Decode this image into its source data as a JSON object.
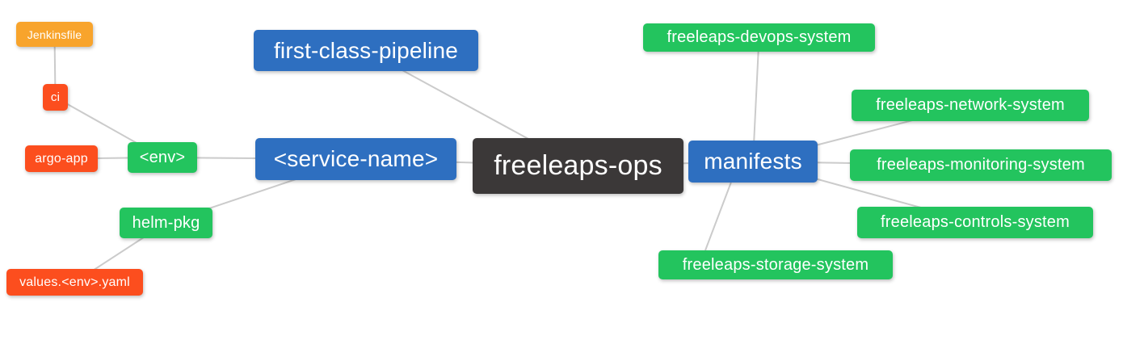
{
  "canvas": {
    "background": "#ffffff"
  },
  "palette": {
    "blue": "#2E6FC0",
    "green": "#23C45E",
    "red": "#FC4E1E",
    "orange": "#F8A42C",
    "dark": "#3B3838",
    "edge": "#CBCBCB",
    "text": "#FFFFFF"
  },
  "mindmap": {
    "nodes": {
      "freeleaps_ops": {
        "label": "freeleaps-ops",
        "role": "root",
        "color": "dark"
      },
      "first_class_pipeline": {
        "label": "first-class-pipeline",
        "color": "blue"
      },
      "service_name": {
        "label": "<service-name>",
        "color": "blue"
      },
      "manifests": {
        "label": "manifests",
        "color": "blue"
      },
      "env": {
        "label": "<env>",
        "color": "green"
      },
      "helm_pkg": {
        "label": "helm-pkg",
        "color": "green"
      },
      "ci": {
        "label": "ci",
        "color": "red"
      },
      "argo_app": {
        "label": "argo-app",
        "color": "red"
      },
      "jenkinsfile": {
        "label": "Jenkinsfile",
        "color": "orange"
      },
      "values_env_yaml": {
        "label": "values.<env>.yaml",
        "color": "red"
      },
      "devops_system": {
        "label": "freeleaps-devops-system",
        "color": "green"
      },
      "network_system": {
        "label": "freeleaps-network-system",
        "color": "green"
      },
      "monitoring_system": {
        "label": "freeleaps-monitoring-system",
        "color": "green"
      },
      "controls_system": {
        "label": "freeleaps-controls-system",
        "color": "green"
      },
      "storage_system": {
        "label": "freeleaps-storage-system",
        "color": "green"
      }
    },
    "edges": [
      {
        "from": "jenkinsfile",
        "to": "ci"
      },
      {
        "from": "ci",
        "to": "env"
      },
      {
        "from": "argo_app",
        "to": "env"
      },
      {
        "from": "env",
        "to": "service_name"
      },
      {
        "from": "service_name",
        "to": "helm_pkg"
      },
      {
        "from": "helm_pkg",
        "to": "values_env_yaml"
      },
      {
        "from": "service_name",
        "to": "freeleaps_ops"
      },
      {
        "from": "first_class_pipeline",
        "to": "freeleaps_ops"
      },
      {
        "from": "freeleaps_ops",
        "to": "manifests"
      },
      {
        "from": "manifests",
        "to": "devops_system"
      },
      {
        "from": "manifests",
        "to": "network_system"
      },
      {
        "from": "manifests",
        "to": "monitoring_system"
      },
      {
        "from": "manifests",
        "to": "controls_system"
      },
      {
        "from": "manifests",
        "to": "storage_system",
        "from_anchor": [
          0.33,
          1
        ],
        "to_anchor": [
          0.2,
          0
        ]
      }
    ]
  }
}
